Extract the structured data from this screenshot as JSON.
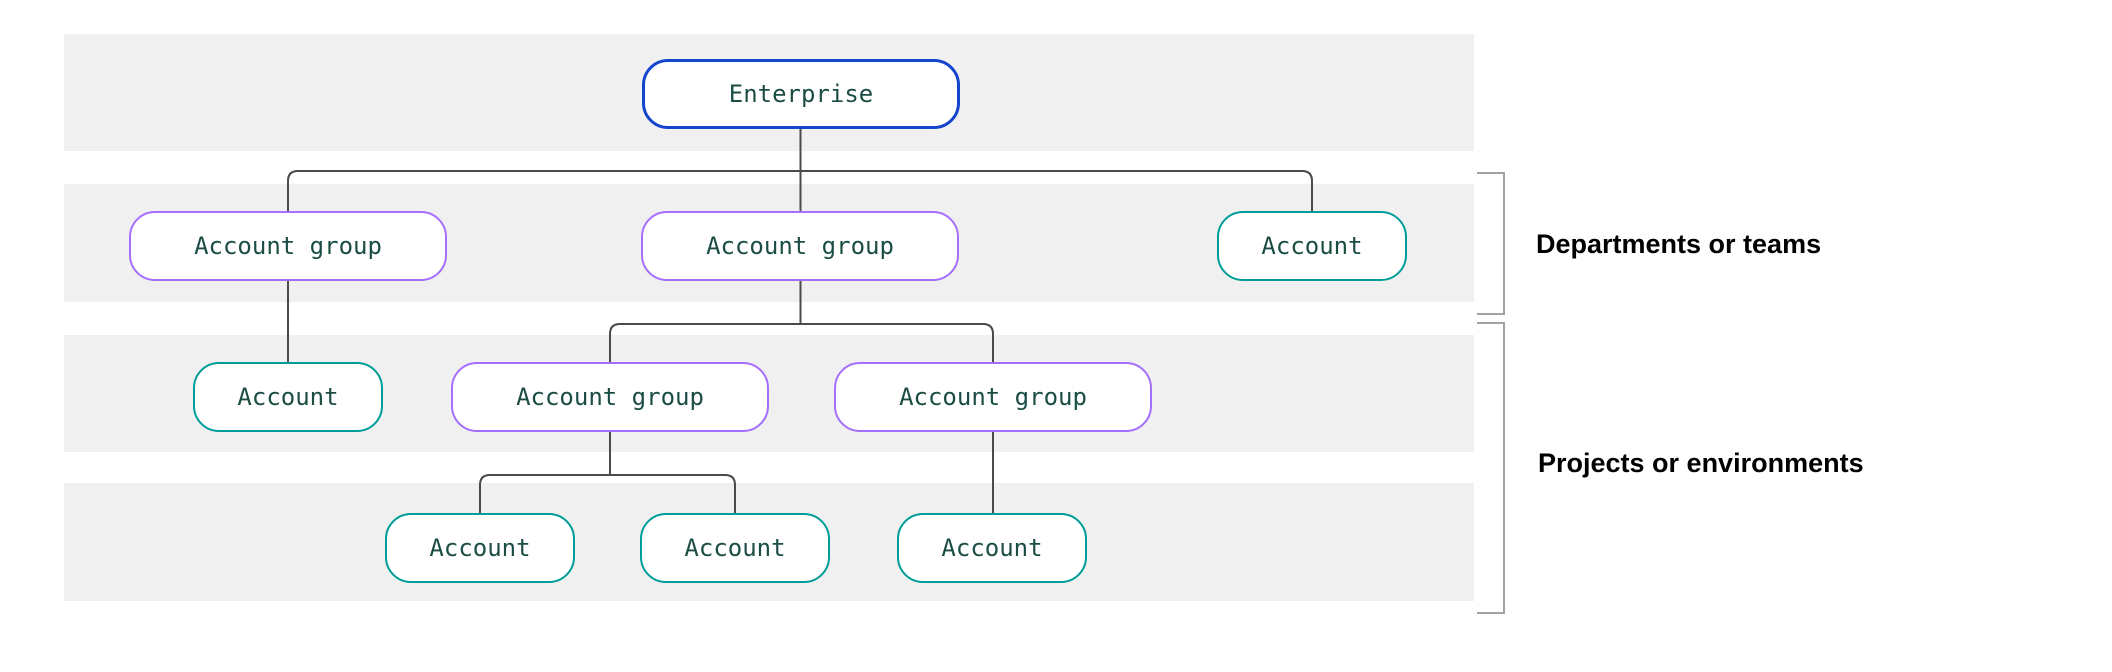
{
  "diagram": {
    "nodes": [
      {
        "id": "enterprise",
        "label": "Enterprise",
        "type": "enterprise"
      },
      {
        "id": "account-group-1",
        "label": "Account group",
        "type": "account-group"
      },
      {
        "id": "account-group-2",
        "label": "Account group",
        "type": "account-group"
      },
      {
        "id": "account-1",
        "label": "Account",
        "type": "account"
      },
      {
        "id": "account-2",
        "label": "Account",
        "type": "account"
      },
      {
        "id": "account-group-3",
        "label": "Account group",
        "type": "account-group"
      },
      {
        "id": "account-group-4",
        "label": "Account group",
        "type": "account-group"
      },
      {
        "id": "account-3",
        "label": "Account",
        "type": "account"
      },
      {
        "id": "account-4",
        "label": "Account",
        "type": "account"
      },
      {
        "id": "account-5",
        "label": "Account",
        "type": "account"
      }
    ],
    "side_labels": [
      {
        "label": "Departments or teams"
      },
      {
        "label": "Projects or environments"
      }
    ],
    "colors": {
      "enterprise_border": "#1544cd",
      "account_group_border": "#a56eff",
      "account_border": "#009d9a",
      "node_text": "#1b4d45",
      "band_background": "#f0f0f0",
      "connector_line": "#4a4a4a",
      "bracket_line": "#a2a2a2",
      "label_text": "#000000"
    }
  }
}
